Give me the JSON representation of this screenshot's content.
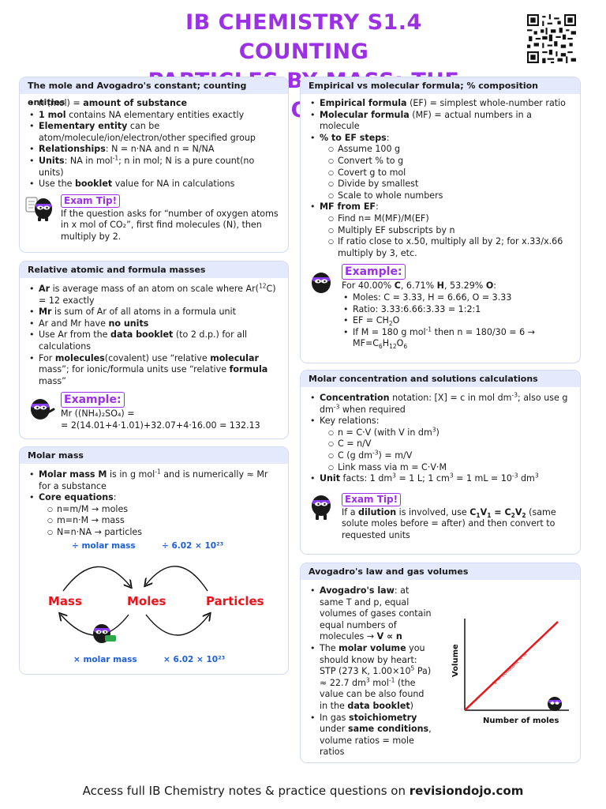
{
  "title": {
    "line1": "IB CHEMISTRY S1.4 COUNTING",
    "line2": "PARTICLES BY MASS: THE MOLE"
  },
  "colors": {
    "accent": "#9b30e6",
    "card_head": "#e4e9fb",
    "card_border": "#d3dbf4",
    "red": "#e8161c",
    "blue": "#1f5fd6"
  },
  "mole_card": {
    "heading": "The mole and Avogadro's constant; counting entities",
    "tip_badge": "Exam Tip!",
    "tip_text": "If the question asks for “number of oxygen atoms in x mol of CO₂”, first find molecules (N), then multiply by 2."
  },
  "ram_card": {
    "heading": "Relative atomic and formula masses",
    "example_badge": "Example:",
    "example_line1": "Mr ((NH₄)₂SO₄) =",
    "example_line2": "= 2(14.01+4·1.01)+32.07+4·16.00 = 132.13"
  },
  "molar_card": {
    "heading": "Molar mass",
    "core_subs": [
      "n=m/M → moles",
      "m=n·M → mass",
      "N=n·NA → particles"
    ],
    "diagram": {
      "mass": "Mass",
      "moles": "Moles",
      "particles": "Particles",
      "div_molar": "÷ molar mass",
      "div_avogadro": "÷ 6.02 × 10²³",
      "mul_molar": "× molar mass",
      "mul_avogadro": "× 6.02 × 10²³"
    }
  },
  "emp_card": {
    "heading": "Empirical vs molecular formula; % composition",
    "ef_steps": [
      "Assume 100 g",
      "Convert % to g",
      "Covert g to mol",
      "Divide by smallest",
      "Scale to whole numbers"
    ],
    "mf_steps_1": "Find n= M(MF)/M(EF)",
    "mf_steps_2": "Multiply EF subscripts by n",
    "mf_steps_3": "If ratio close to x.50, multiply all by 2; for x.33/x.66 multiply by 3, etc.",
    "example_badge": "Example:",
    "example_moles": "Moles: C = 3.33, H = 6.66, O = 3.33",
    "example_ratio": "Ratio: 3.33:6.66:3.33 = 1:2:1"
  },
  "conc_card": {
    "heading": "Molar concentration and solutions calculations",
    "tip_badge": "Exam Tip!"
  },
  "gas_card": {
    "heading": "Avogadro's law and gas volumes",
    "graph_ylabel": "Volume",
    "graph_xlabel": "Number of moles",
    "graph_line_label": "V = constant × n"
  },
  "footer": {
    "text": "Access full IB Chemistry notes & practice questions on ",
    "site": "revisiondojo.com"
  }
}
